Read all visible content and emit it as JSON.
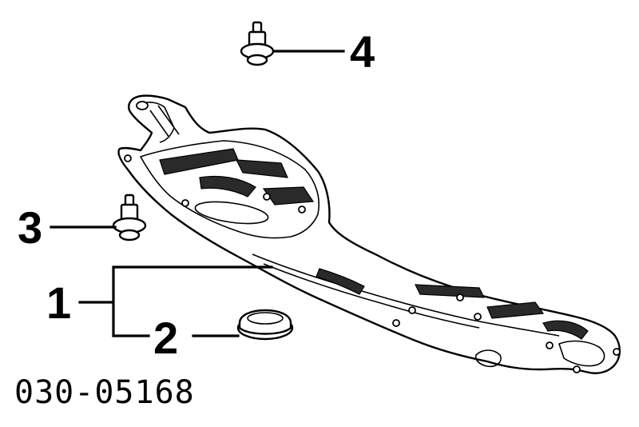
{
  "diagram": {
    "callouts": [
      {
        "label": "1",
        "part": "under-cover-assembly"
      },
      {
        "label": "2",
        "part": "plug-cap"
      },
      {
        "label": "3",
        "part": "clip-bolt"
      },
      {
        "label": "4",
        "part": "clip-bolt"
      }
    ],
    "part_number": "030-05168"
  }
}
